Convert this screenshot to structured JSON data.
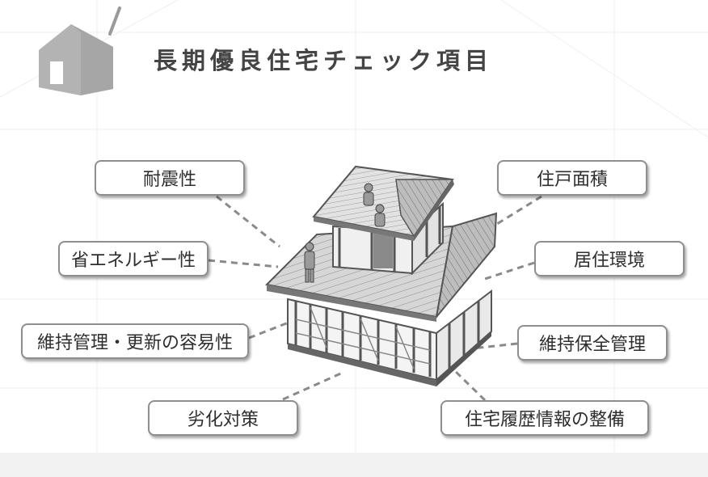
{
  "title": "長期優良住宅チェック項目",
  "items": [
    {
      "id": "taishin",
      "label": "耐震性"
    },
    {
      "id": "shoene",
      "label": "省エネルギー性"
    },
    {
      "id": "iji_koshin",
      "label": "維持管理・更新の容易性"
    },
    {
      "id": "rekka",
      "label": "劣化対策"
    },
    {
      "id": "jukomen",
      "label": "住戸面積"
    },
    {
      "id": "kyoju",
      "label": "居住環境"
    },
    {
      "id": "iji_hozen",
      "label": "維持保全管理"
    },
    {
      "id": "rireki",
      "label": "住宅履歴情報の整備"
    }
  ],
  "colors": {
    "title": "#444444",
    "label_border": "#8e8e8e",
    "house_icon": "#a6a6a6",
    "roof_shingle": "#cfcfcf",
    "frame_dark": "#555555",
    "leader_line": "#8a8a8a"
  },
  "icons": [
    "house-icon"
  ]
}
